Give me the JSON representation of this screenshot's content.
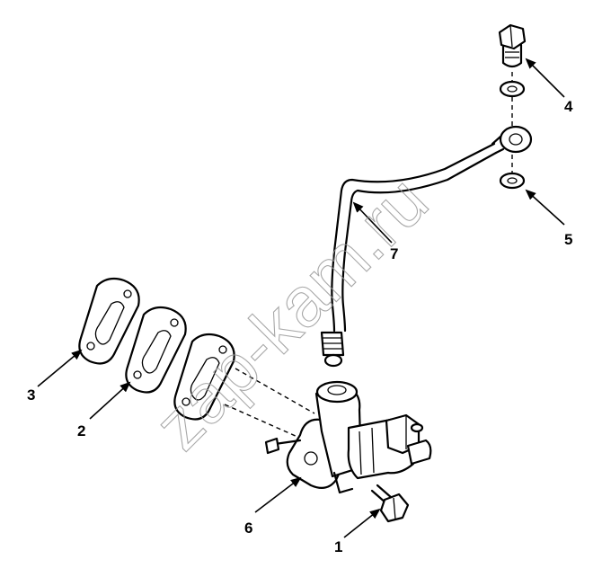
{
  "callouts": {
    "c1": "1",
    "c2": "2",
    "c3": "3",
    "c4": "4",
    "c5": "5",
    "c6": "6",
    "c7": "7"
  },
  "watermark": "zap-kam.ru",
  "colors": {
    "line": "#000000",
    "background": "#ffffff",
    "watermark": "#9a9a9a"
  }
}
